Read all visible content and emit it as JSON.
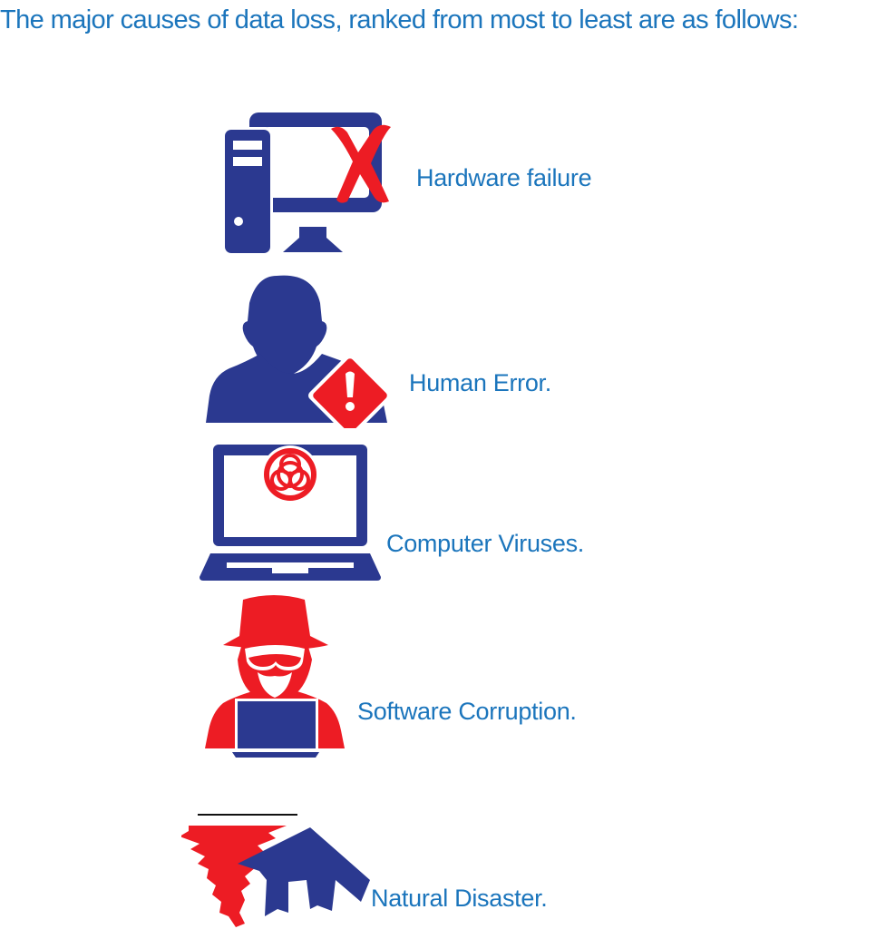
{
  "title": "The major causes of data loss, ranked from most to least are as follows:",
  "colors": {
    "text": "#1b75bc",
    "icon_blue": "#2b3990",
    "icon_red": "#ed1c24"
  },
  "causes": [
    {
      "rank": 1,
      "label": "Hardware failure",
      "icon": "desktop-computer-x-icon"
    },
    {
      "rank": 2,
      "label": "Human Error.",
      "icon": "person-warning-icon"
    },
    {
      "rank": 3,
      "label": "Computer Viruses.",
      "icon": "laptop-biohazard-icon"
    },
    {
      "rank": 4,
      "label": "Software Corruption.",
      "icon": "hacker-laptop-icon"
    },
    {
      "rank": 5,
      "label": "Natural Disaster.",
      "icon": "tornado-house-icon"
    }
  ]
}
